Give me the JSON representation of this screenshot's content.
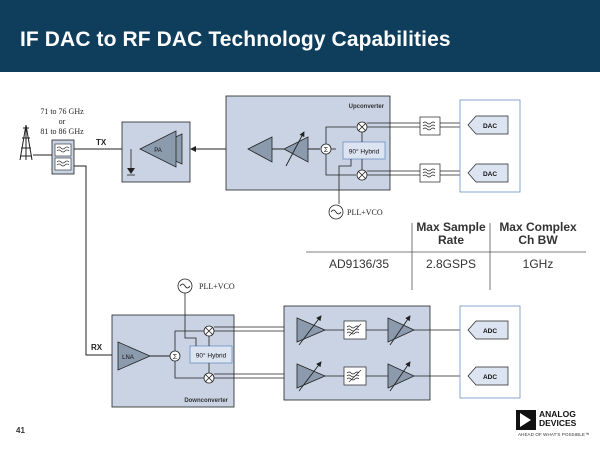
{
  "slide": {
    "title": "IF DAC to RF DAC Technology Capabilities",
    "page_number": "41"
  },
  "diagram": {
    "freq_band_1": "71 to 76 GHz",
    "freq_or": "or",
    "freq_band_2": "81 to 86 GHz",
    "tx_label": "TX",
    "rx_label": "RX",
    "pa_label": "PA",
    "lna_label": "LNA",
    "upconverter_label": "Upconverter",
    "downconverter_label": "Downconverter",
    "hybrid_label": "90° Hybrid",
    "pll_vco_label": "PLL+VCO",
    "dac_label": "DAC",
    "adc_label": "ADC"
  },
  "spec_table": {
    "headers": {
      "sample_rate_line1": "Max Sample",
      "sample_rate_line2": "Rate",
      "bandwidth_line1": "Max Complex",
      "bandwidth_line2": "Ch BW"
    },
    "row": {
      "part": "AD9136/35",
      "sample_rate": "2.8GSPS",
      "bandwidth": "1GHz"
    }
  },
  "logo": {
    "name_line1": "ANALOG",
    "name_line2": "DEVICES",
    "tagline": "AHEAD OF WHAT'S POSSIBLE™"
  },
  "colors": {
    "title_bar": "#0f3d5c",
    "block_fill": "#c9d3e3",
    "component_fill": "#8c9aae",
    "accent": "#6c8fc3"
  }
}
